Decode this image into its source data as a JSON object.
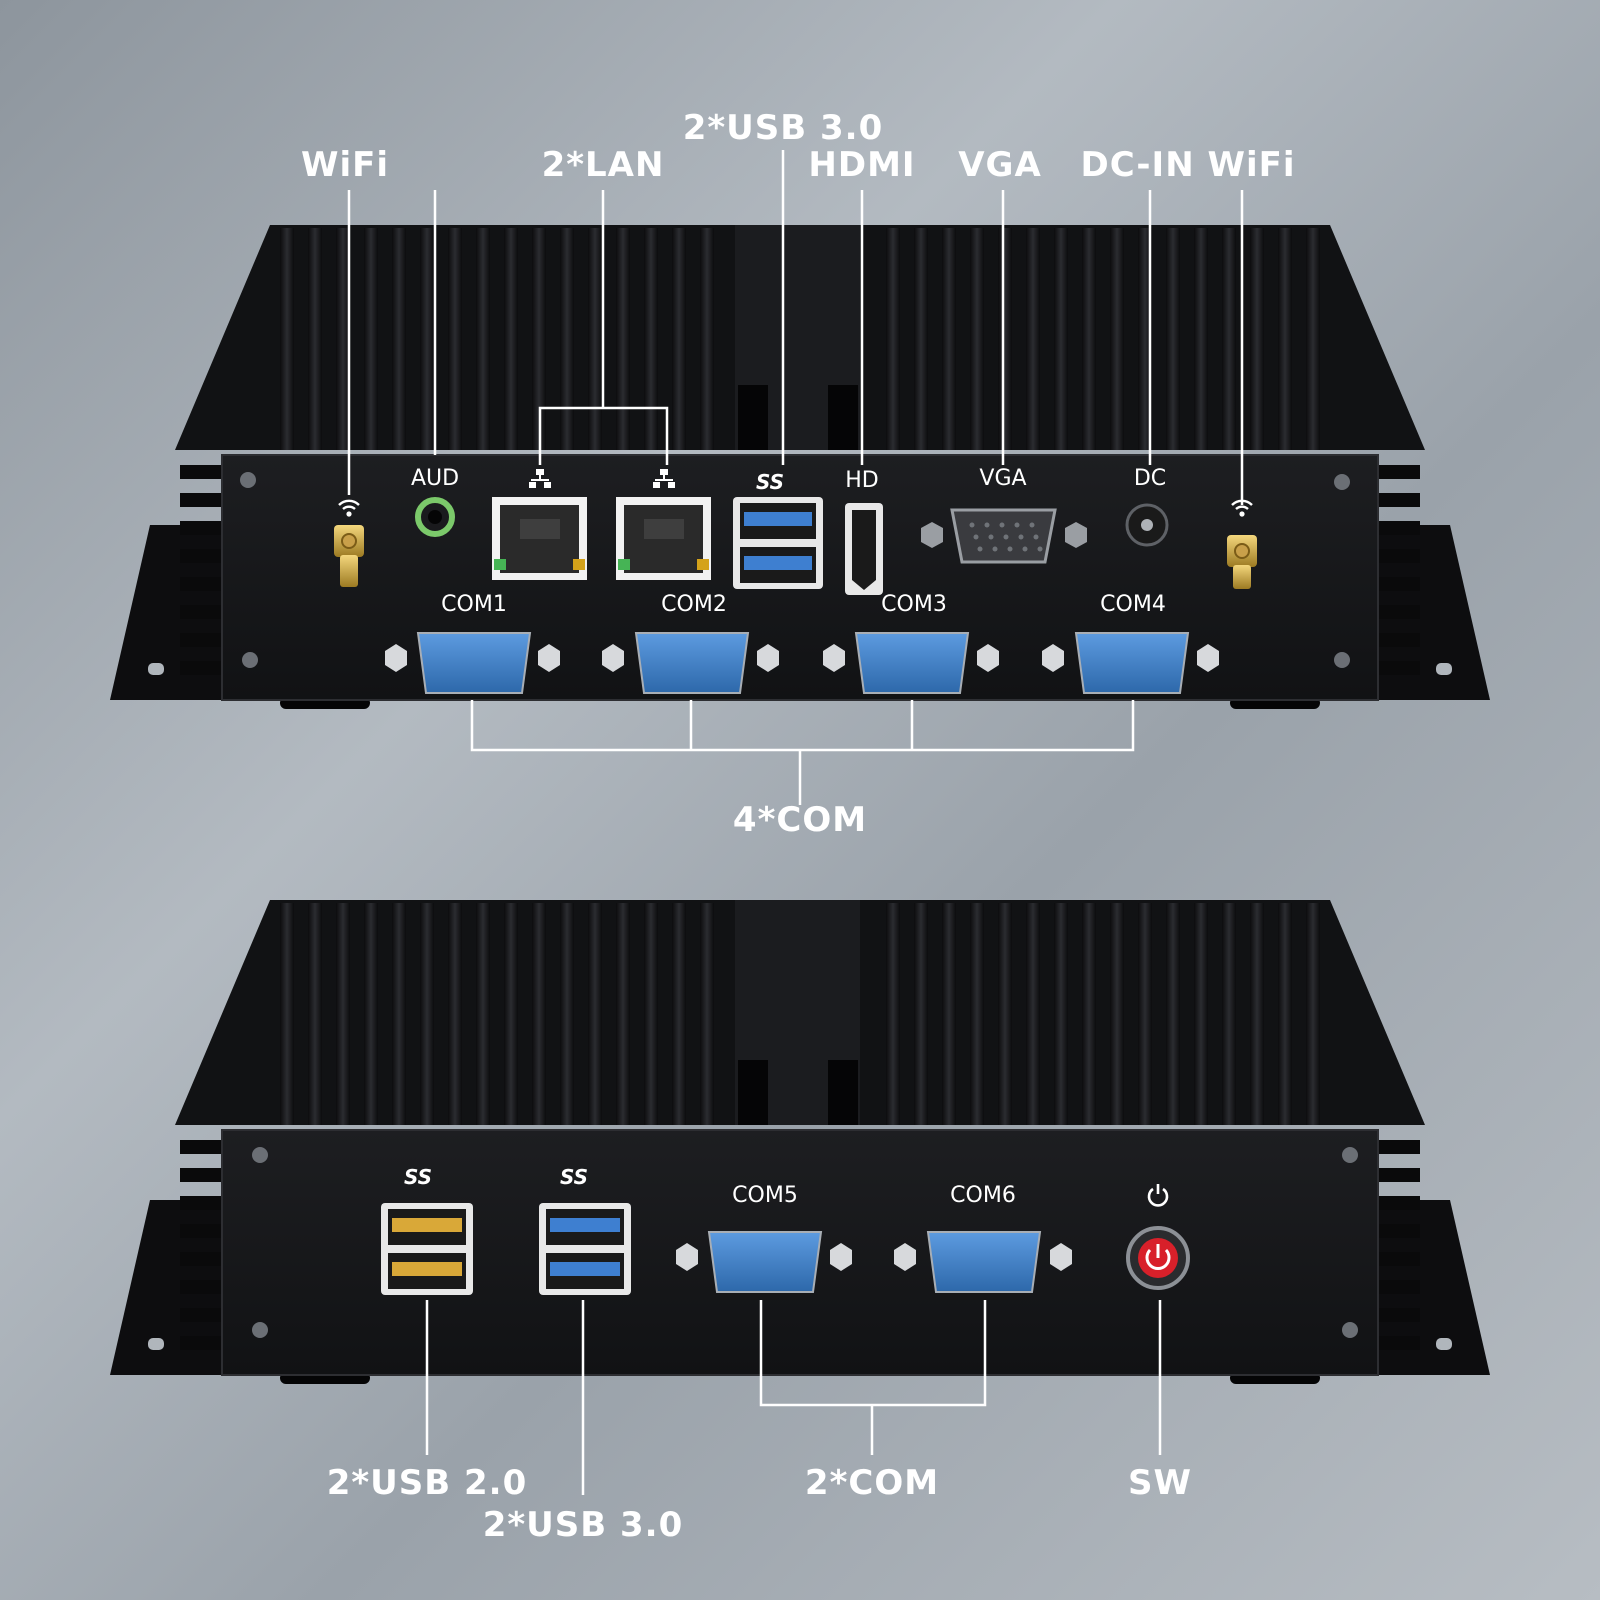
{
  "callouts_top": {
    "wifi_left": "WiFi",
    "lan": "2*LAN",
    "usb3": "2*USB 3.0",
    "hdmi": "HDMI",
    "vga": "VGA",
    "dcin_wifi": "DC-IN WiFi",
    "com_group": "4*COM"
  },
  "port_labels_top": {
    "aud": "AUD",
    "hd": "HD",
    "vga": "VGA",
    "dc": "DC",
    "com1": "COM1",
    "com2": "COM2",
    "com3": "COM3",
    "com4": "COM4",
    "ss_usb": "SS"
  },
  "callouts_bottom": {
    "usb2": "2*USB 2.0",
    "usb3": "2*USB 3.0",
    "com_group": "2*COM",
    "sw": "SW"
  },
  "port_labels_bottom": {
    "com5": "COM5",
    "com6": "COM6",
    "ss_usb_left": "SS",
    "ss_usb_right": "SS"
  },
  "icons": {
    "wifi": "wifi-icon",
    "lan": "network-icon",
    "usb": "usb-icon",
    "power": "power-icon"
  },
  "colors": {
    "chassis": "#141416",
    "db9_blue": "#3f7fc4",
    "usb3_blue": "#3e7fd0",
    "audio_green": "#7bc96a",
    "power_red": "#d8202a",
    "line": "#ffffff"
  }
}
